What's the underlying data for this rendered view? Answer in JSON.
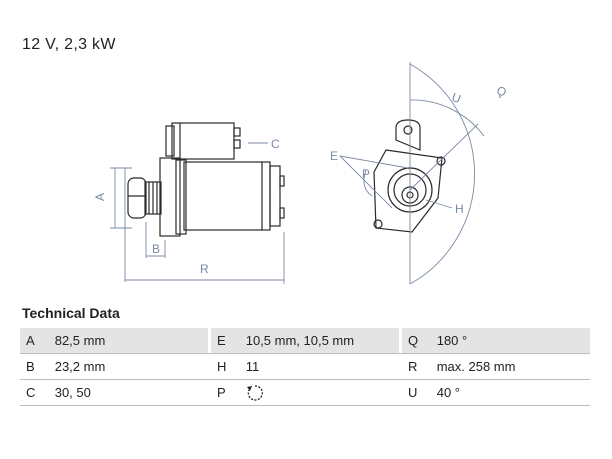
{
  "header": {
    "spec": "12 V, 2,3 kW"
  },
  "diagram": {
    "labels": {
      "A": "A",
      "B": "B",
      "C": "C",
      "R": "R",
      "E": "E",
      "P": "P",
      "H": "H",
      "U": "U",
      "Q": "Q"
    }
  },
  "technical_data": {
    "title": "Technical Data",
    "rows": [
      [
        {
          "key": "A",
          "value": "82,5 mm"
        },
        {
          "key": "E",
          "value": "10,5 mm, 10,5 mm"
        },
        {
          "key": "Q",
          "value": "180 °"
        }
      ],
      [
        {
          "key": "B",
          "value": "23,2 mm"
        },
        {
          "key": "H",
          "value": "11"
        },
        {
          "key": "R",
          "value": "max. 258 mm"
        }
      ],
      [
        {
          "key": "C",
          "value": "30, 50"
        },
        {
          "key": "P",
          "value": "",
          "icon": "rotation-direction-icon"
        },
        {
          "key": "U",
          "value": "40 °"
        }
      ]
    ]
  }
}
